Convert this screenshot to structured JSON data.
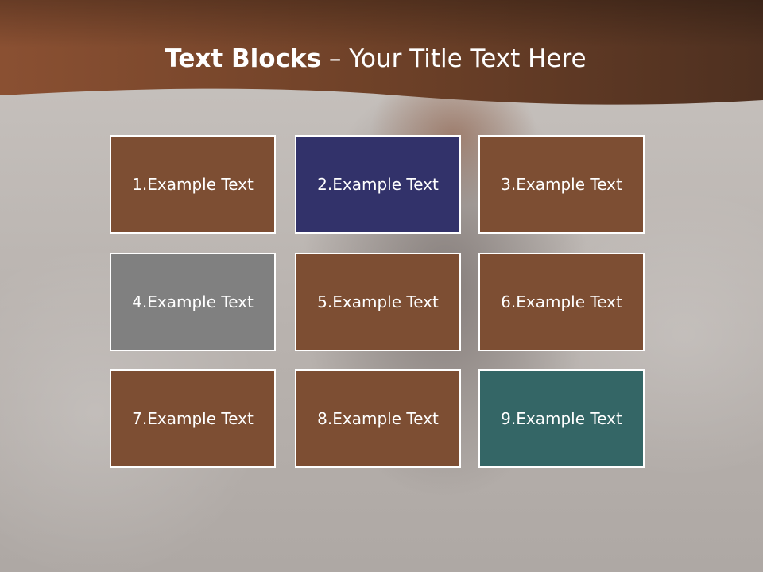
{
  "title": {
    "bold_part": "Text Blocks",
    "separator": " – ",
    "rest": "Your Title Text Here"
  },
  "colors": {
    "brown": "#7d4e33",
    "navy": "#32326a",
    "gray": "#808080",
    "teal": "#346666",
    "header_band": "#7a4a30"
  },
  "blocks": [
    {
      "label": "1.Example Text",
      "color": "#7d4e33"
    },
    {
      "label": "2.Example Text",
      "color": "#32326a"
    },
    {
      "label": "3.Example Text",
      "color": "#7d4e33"
    },
    {
      "label": "4.Example Text",
      "color": "#808080"
    },
    {
      "label": "5.Example Text",
      "color": "#7d4e33"
    },
    {
      "label": "6.Example Text",
      "color": "#7d4e33"
    },
    {
      "label": "7.Example Text",
      "color": "#7d4e33"
    },
    {
      "label": "8.Example Text",
      "color": "#7d4e33"
    },
    {
      "label": "9.Example Text",
      "color": "#346666"
    }
  ]
}
